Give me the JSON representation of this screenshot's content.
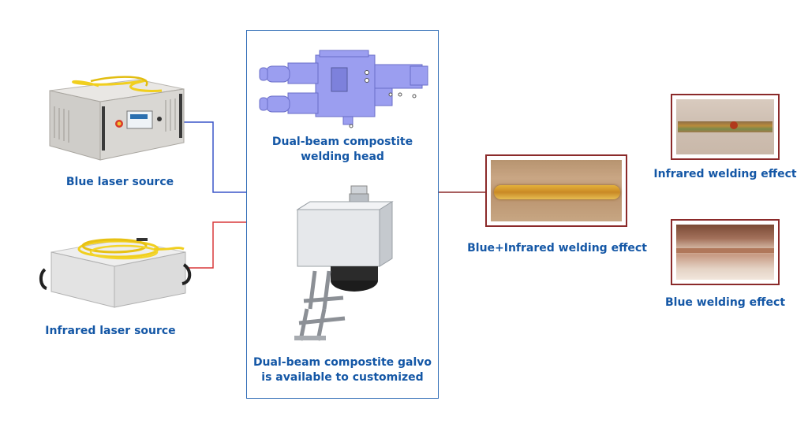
{
  "colors": {
    "label": "#1457a6",
    "blue_line": "#3a55c8",
    "red_line": "#d9383a",
    "frame_red": "#8b2a2a",
    "center_box": "#2f6cb6"
  },
  "left": {
    "blue_source_label": "Blue laser source",
    "infrared_source_label": "Infrared laser source"
  },
  "center": {
    "welding_head_label_l1": "Dual-beam compostite",
    "welding_head_label_l2": "welding head",
    "galvo_label_l1": "Dual-beam compostite galvo",
    "galvo_label_l2": "is available to customized"
  },
  "right": {
    "combined_effect_label": "Blue+Infrared welding effect",
    "infrared_effect_label": "Infrared welding effect",
    "blue_effect_label": "Blue welding effect"
  }
}
